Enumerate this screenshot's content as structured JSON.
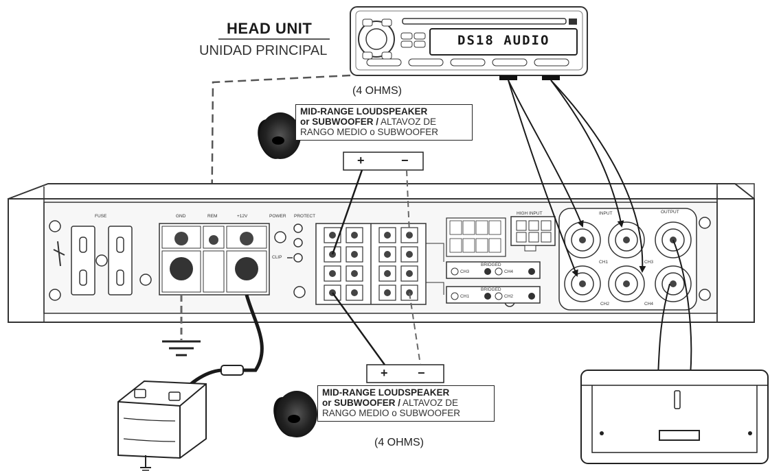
{
  "head_unit": {
    "title": "HEAD UNIT",
    "subtitle": "UNIDAD PRINCIPAL",
    "display": "DS18 AUDIO"
  },
  "speakers": {
    "top": {
      "line1": "MID-RANGE LOUDSPEAKER",
      "line2_bold": "or SUBWOOFER /",
      "line2_thin": "ALTAVOZ DE",
      "line3": "RANGO MEDIO o SUBWOOFER",
      "ohms": "(4 OHMS)",
      "plus": "+",
      "minus": "−"
    },
    "bottom": {
      "line1": "MID-RANGE LOUDSPEAKER",
      "line2_bold": "or SUBWOOFER /",
      "line2_thin": "ALTAVOZ DE",
      "line3": "RANGO MEDIO o SUBWOOFER",
      "ohms": "(4 OHMS)",
      "plus": "+",
      "minus": "−"
    }
  },
  "amplifier": {
    "fuse": "FUSE",
    "gnd": "GND",
    "rem": "REM",
    "v12": "+12V",
    "power": "POWER",
    "protect": "PROTECT",
    "clip": "CLIP",
    "hi_input": "HIGH INPUT",
    "input": "INPUT",
    "output": "OUTPUT",
    "ch1": "CH1",
    "ch2": "CH2",
    "ch3": "CH3",
    "ch4": "CH4",
    "bridged": "BRIDGED",
    "bridge_ch34_a": "CH3",
    "bridge_ch34_b": "CH4",
    "bridge_ch12_a": "CH1",
    "bridge_ch12_b": "CH2"
  },
  "colors": {
    "line": "#1a1a1a",
    "panel": "#f4f4f4",
    "panel_border": "#333333",
    "speaker": "#1e1e1e"
  }
}
